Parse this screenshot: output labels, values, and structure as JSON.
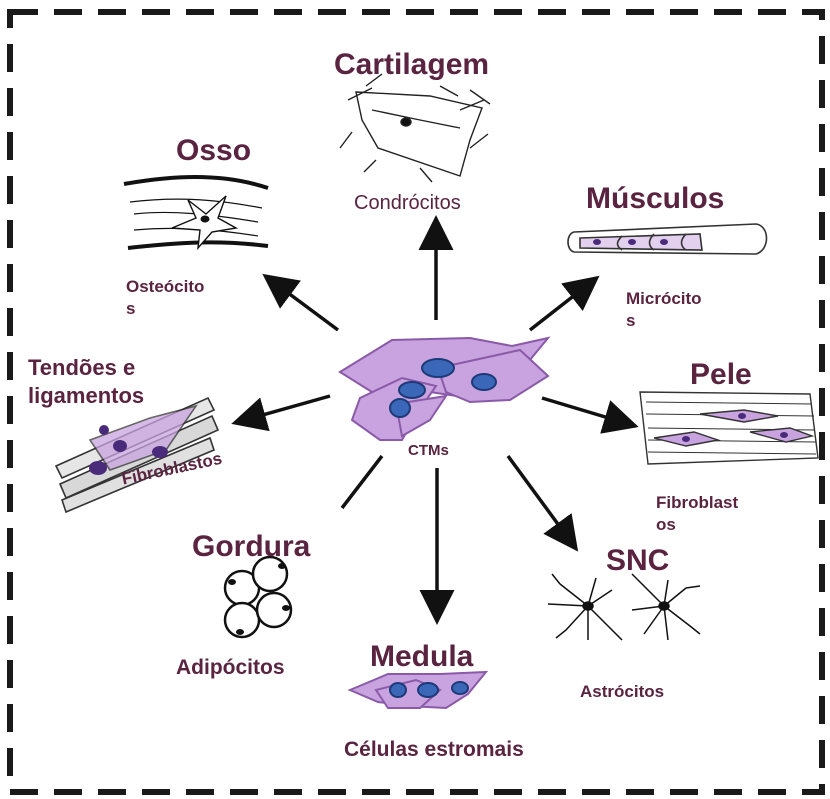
{
  "center": {
    "label": "CTMs"
  },
  "tissues": {
    "cartilage": {
      "title": "Cartilagem",
      "cell": "Condrócitos"
    },
    "bone": {
      "title": "Osso",
      "cell": "Osteócito s"
    },
    "muscle": {
      "title": "Músculos",
      "cell": "Micrócito s"
    },
    "tendons": {
      "title": "Tendões e ligamentos",
      "cell": "Fibroblastos"
    },
    "skin": {
      "title": "Pele",
      "cell": "Fibroblast os"
    },
    "fat": {
      "title": "Gordura",
      "cell": "Adipócitos"
    },
    "marrow": {
      "title": "Medula",
      "cell": "Células estromais"
    },
    "cns": {
      "title": "SNC",
      "cell": "Astrócitos"
    }
  },
  "colors": {
    "border": "#1a1a1a",
    "cell_fill": "#c9a3df",
    "cell_stroke": "#8a5aa8",
    "nucleus": "#3a67b8",
    "text": "#5a2440",
    "arrow": "#111111"
  }
}
